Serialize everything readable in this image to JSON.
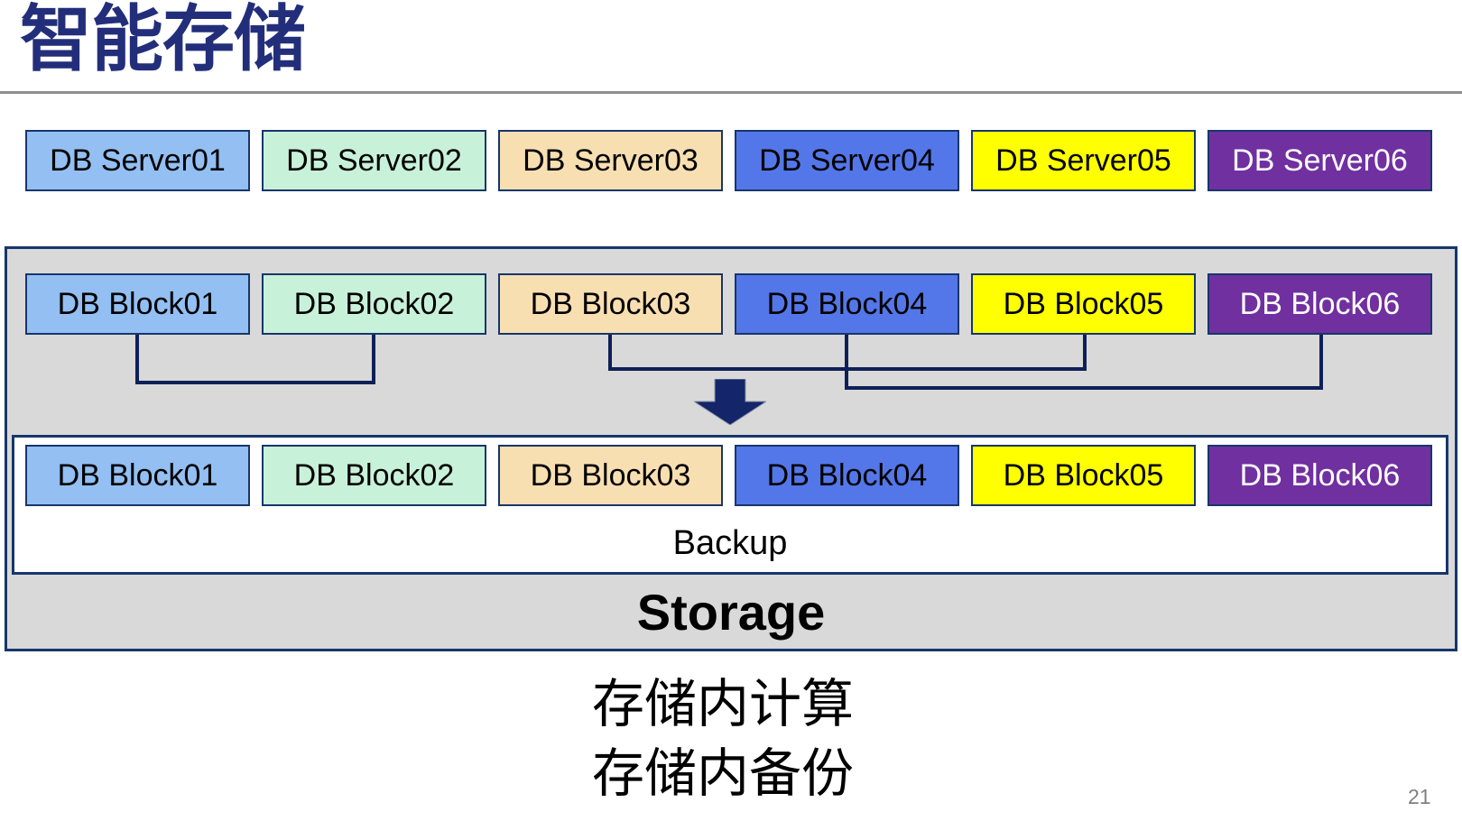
{
  "slide": {
    "title": "智能存储",
    "storage_label": "Storage",
    "backup_label": "Backup",
    "captions": [
      "存储内计算",
      "存储内备份"
    ],
    "page_number": "21"
  },
  "servers": [
    "DB Server01",
    "DB Server02",
    "DB Server03",
    "DB Server04",
    "DB Server05",
    "DB Server06"
  ],
  "blocks_top": [
    "DB Block01",
    "DB Block02",
    "DB Block03",
    "DB Block04",
    "DB Block05",
    "DB Block06"
  ],
  "blocks_bottom": [
    "DB Block01",
    "DB Block02",
    "DB Block03",
    "DB Block04",
    "DB Block05",
    "DB Block06"
  ],
  "connections": [
    {
      "from": "DB Block01",
      "to": "DB Block02"
    },
    {
      "from": "DB Block03",
      "to": "DB Block05"
    },
    {
      "from": "DB Block04",
      "to": "DB Block06"
    }
  ],
  "colors": {
    "box_fills": [
      "#93BFF2",
      "#C8F1D9",
      "#F8DFB2",
      "#5377E8",
      "#FFFF00",
      "#7030A0"
    ],
    "box_texts": [
      "#000000",
      "#000000",
      "#000000",
      "#000000",
      "#000000",
      "#FFFFFF"
    ],
    "box_border": "#17366B",
    "storage_container_fill": "#D9D9D9",
    "backup_container_fill": "#FFFFFF",
    "container_border": "#17366B",
    "connector": "#0F2057",
    "arrow": "#142569",
    "title": "#232E7B",
    "divider": "#8F8F8F",
    "page_number": "#808080"
  }
}
